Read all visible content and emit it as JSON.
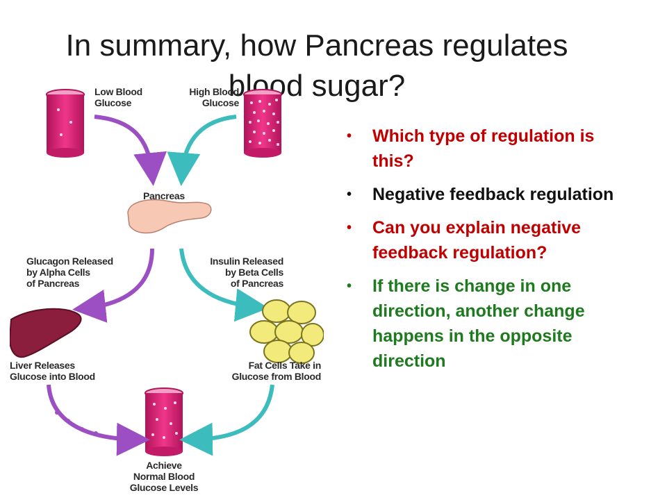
{
  "title": {
    "line1": "In summary, how Pancreas regulates",
    "line2": "blood sugar?"
  },
  "diagram": {
    "labels": {
      "low_blood_glucose": [
        "Low Blood",
        "Glucose"
      ],
      "high_blood_glucose": [
        "High Blood",
        "Glucose"
      ],
      "pancreas": "Pancreas",
      "glucagon_released": [
        "Glucagon Released",
        "by Alpha Cells",
        "of Pancreas"
      ],
      "insulin_released": [
        "Insulin Released",
        "by Beta Cells",
        "of Pancreas"
      ],
      "liver_releases": [
        "Liver Releases",
        "Glucose into Blood"
      ],
      "fat_cells_take_in": [
        "Fat Cells Take in",
        "Glucose from Blood"
      ],
      "achieve_normal": [
        "Achieve",
        "Normal Blood",
        "Glucose Levels"
      ]
    },
    "colors": {
      "tube": "#e8247a",
      "tube_dark": "#b0145a",
      "glucagon_arrow": "#9b4fc2",
      "insulin_arrow": "#3cbcbc",
      "liver": "#8a1e3c",
      "fat_cells": "#f2ea7a",
      "pancreas": "#f7c9b4"
    }
  },
  "bullets": [
    {
      "text": "Which type of regulation is this?",
      "color": "#c00000"
    },
    {
      "text": "Negative feedback regulation",
      "color": "#111111"
    },
    {
      "text": "Can you explain negative feedback regulation?",
      "color": "#c00000"
    },
    {
      "text": "If there is change in one direction, another change happens in the opposite direction",
      "color": "#1e7a1e"
    }
  ],
  "bullet_symbol": "•"
}
